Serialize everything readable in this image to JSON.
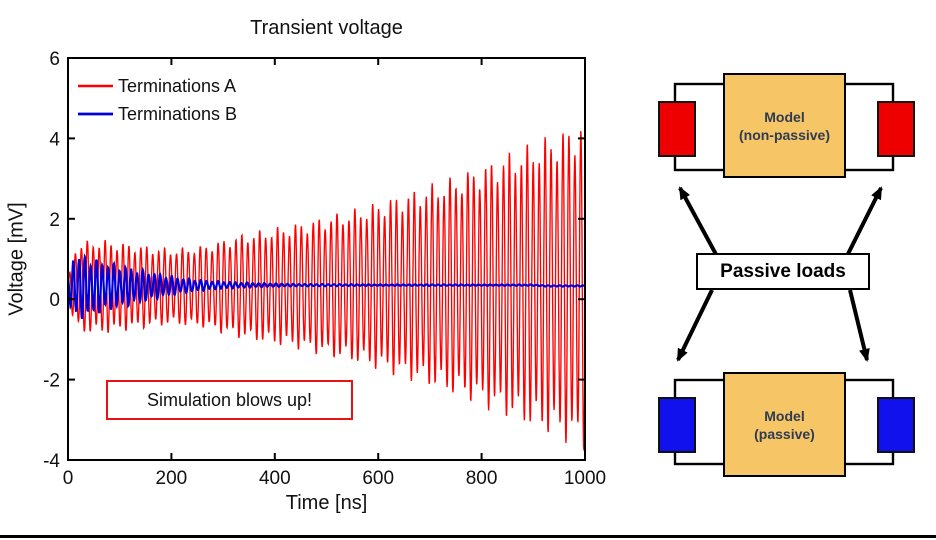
{
  "page": {
    "background": "#ffffff",
    "divider_color": "#000000"
  },
  "chart_data": {
    "type": "line",
    "title": "Transient voltage",
    "xlabel": "Time [ns]",
    "ylabel": "Voltage [mV]",
    "xlim": [
      0,
      1000
    ],
    "ylim": [
      -4,
      6
    ],
    "xticks": [
      0,
      200,
      400,
      600,
      800,
      1000
    ],
    "yticks": [
      -4,
      -2,
      0,
      2,
      4,
      6
    ],
    "grid": false,
    "legend_position": "top-left-inside",
    "legend": [
      "Terminations A",
      "Terminations B"
    ],
    "annotation": "Simulation blows up!",
    "annotation_border_color": "#e81212",
    "axis_color": "#000000",
    "series": [
      {
        "name": "Terminations A",
        "color": "#ff0000",
        "description": "growing oscillation, simulation blows up",
        "carrier_period_ns": 11.5,
        "phase": 0,
        "beat_period_ns": 37,
        "beat_depth": 0.1,
        "center_keypoints": [
          [
            0,
            0.3
          ],
          [
            1000,
            0.35
          ]
        ],
        "envelope_keypoints": [
          [
            0,
            0.15
          ],
          [
            12,
            1.0
          ],
          [
            30,
            1.15
          ],
          [
            70,
            1.18
          ],
          [
            120,
            1.08
          ],
          [
            200,
            0.95
          ],
          [
            260,
            1.02
          ],
          [
            333,
            1.3
          ],
          [
            450,
            1.6
          ],
          [
            560,
            1.95
          ],
          [
            681,
            2.45
          ],
          [
            770,
            2.85
          ],
          [
            855,
            3.35
          ],
          [
            930,
            3.75
          ],
          [
            1000,
            4.15
          ]
        ]
      },
      {
        "name": "Terminations B",
        "color": "#0000dd",
        "description": "decaying oscillation settling near 0.35 mV",
        "carrier_period_ns": 11.2,
        "phase": 2.1,
        "beat_period_ns": 29,
        "beat_depth": 0.15,
        "center_keypoints": [
          [
            0,
            0.3
          ],
          [
            300,
            0.35
          ],
          [
            900,
            0.35
          ],
          [
            925,
            0.33
          ],
          [
            1000,
            0.33
          ]
        ],
        "envelope_keypoints": [
          [
            0,
            0.2
          ],
          [
            10,
            0.87
          ],
          [
            40,
            0.75
          ],
          [
            80,
            0.6
          ],
          [
            120,
            0.48
          ],
          [
            170,
            0.33
          ],
          [
            220,
            0.2
          ],
          [
            270,
            0.12
          ],
          [
            320,
            0.08
          ],
          [
            380,
            0.05
          ],
          [
            450,
            0.03
          ],
          [
            600,
            0.02
          ],
          [
            1000,
            0.015
          ]
        ]
      }
    ]
  },
  "diagram": {
    "passive_loads_label": "Passive loads",
    "box_fill": "#f6c566",
    "box_text_color": "#2f3b52",
    "top_model": {
      "label_line1": "Model",
      "label_line2": "(non-passive)",
      "load_color": "#ee0000"
    },
    "bottom_model": {
      "label_line1": "Model",
      "label_line2": "(passive)",
      "load_color": "#1111ee"
    }
  }
}
